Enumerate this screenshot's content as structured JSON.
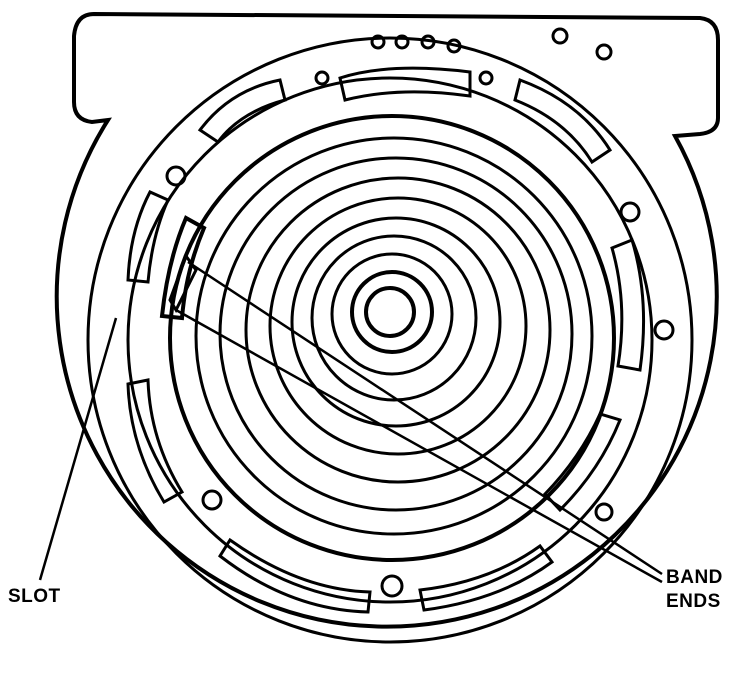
{
  "labels": {
    "slot": "SLOT",
    "band_line1": "BAND",
    "band_line2": "ENDS"
  },
  "colors": {
    "ink": "#000000",
    "paper": "#ffffff"
  }
}
